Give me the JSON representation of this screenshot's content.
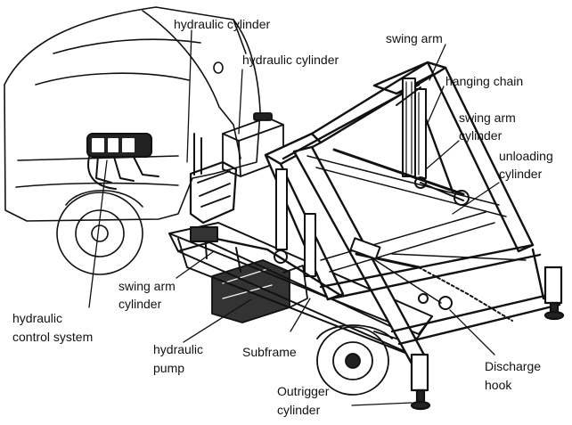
{
  "diagram": {
    "labels": {
      "hydraulic_cylinder_top": "hydraulic cylinder",
      "hydraulic_cylinder_mid": "hydraulic cylinder",
      "swing_arm": "swing arm",
      "hanging_chain": "hanging chain",
      "swing_arm_cylinder_right_1": "swing arm",
      "swing_arm_cylinder_right_2": "cylinder",
      "unloading_cylinder_1": "unloading",
      "unloading_cylinder_2": "cylinder",
      "swing_arm_cylinder_left_1": "swing arm",
      "swing_arm_cylinder_left_2": "cylinder",
      "hydraulic_control_system_1": "hydraulic",
      "hydraulic_control_system_2": "control system",
      "hydraulic_pump_1": "hydraulic",
      "hydraulic_pump_2": "pump",
      "subframe": "Subframe",
      "discharge_hook_1": "Discharge",
      "discharge_hook_2": "hook",
      "outrigger_cylinder_1": "Outrigger",
      "outrigger_cylinder_2": "cylinder"
    },
    "colors": {
      "line": "#111111",
      "paper": "#ffffff"
    }
  }
}
